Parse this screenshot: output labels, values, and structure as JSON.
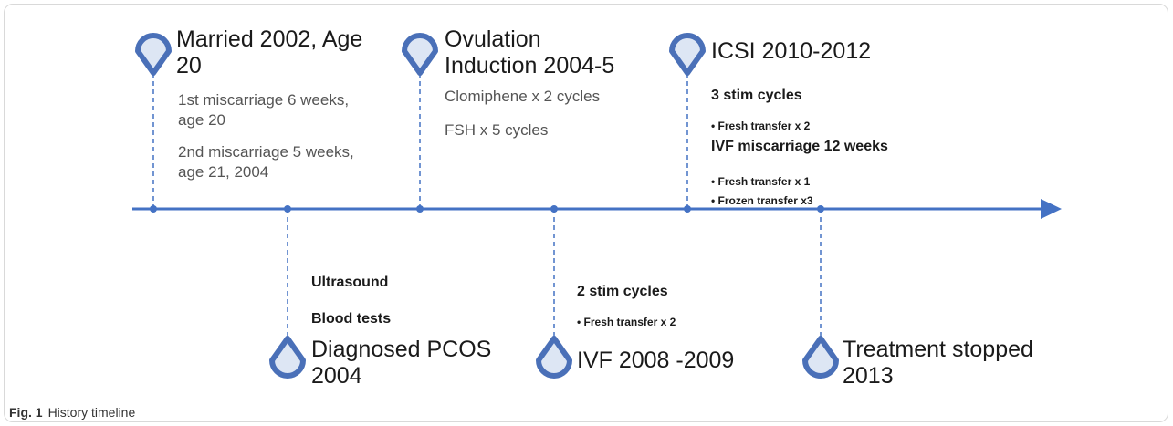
{
  "colors": {
    "axis": "#4472c4",
    "pin_fill": "#dde6f4",
    "pin_stroke": "#4a70b8"
  },
  "events": {
    "married": {
      "title_line1": "Married 2002, Age",
      "title_line2": "20",
      "note1_line1": "1st miscarriage 6 weeks,",
      "note1_line2": "age 20",
      "note2_line1": "2nd miscarriage 5 weeks,",
      "note2_line2": "age 21, 2004"
    },
    "ovulation": {
      "title_line1": "Ovulation",
      "title_line2": "Induction 2004-5",
      "note1": "Clomiphene x 2 cycles",
      "note2": "FSH x 5 cycles"
    },
    "icsi": {
      "title": "ICSI 2010-2012",
      "stim": "3 stim cycles",
      "bullet1": "Fresh transfer x 2",
      "miscarriage": "IVF miscarriage 12 weeks",
      "bullet2": "Fresh transfer x 1",
      "bullet3": "Frozen transfer x3"
    },
    "pcos": {
      "note1": "Ultrasound",
      "note2": "Blood tests",
      "title_line1": "Diagnosed PCOS",
      "title_line2": "2004"
    },
    "ivf": {
      "note1": "2 stim cycles",
      "bullet1": "Fresh transfer x 2",
      "title": "IVF 2008 -2009"
    },
    "stopped": {
      "title_line1": "Treatment stopped",
      "title_line2": "2013"
    }
  },
  "caption": {
    "label": "Fig. 1",
    "text": "History timeline"
  }
}
